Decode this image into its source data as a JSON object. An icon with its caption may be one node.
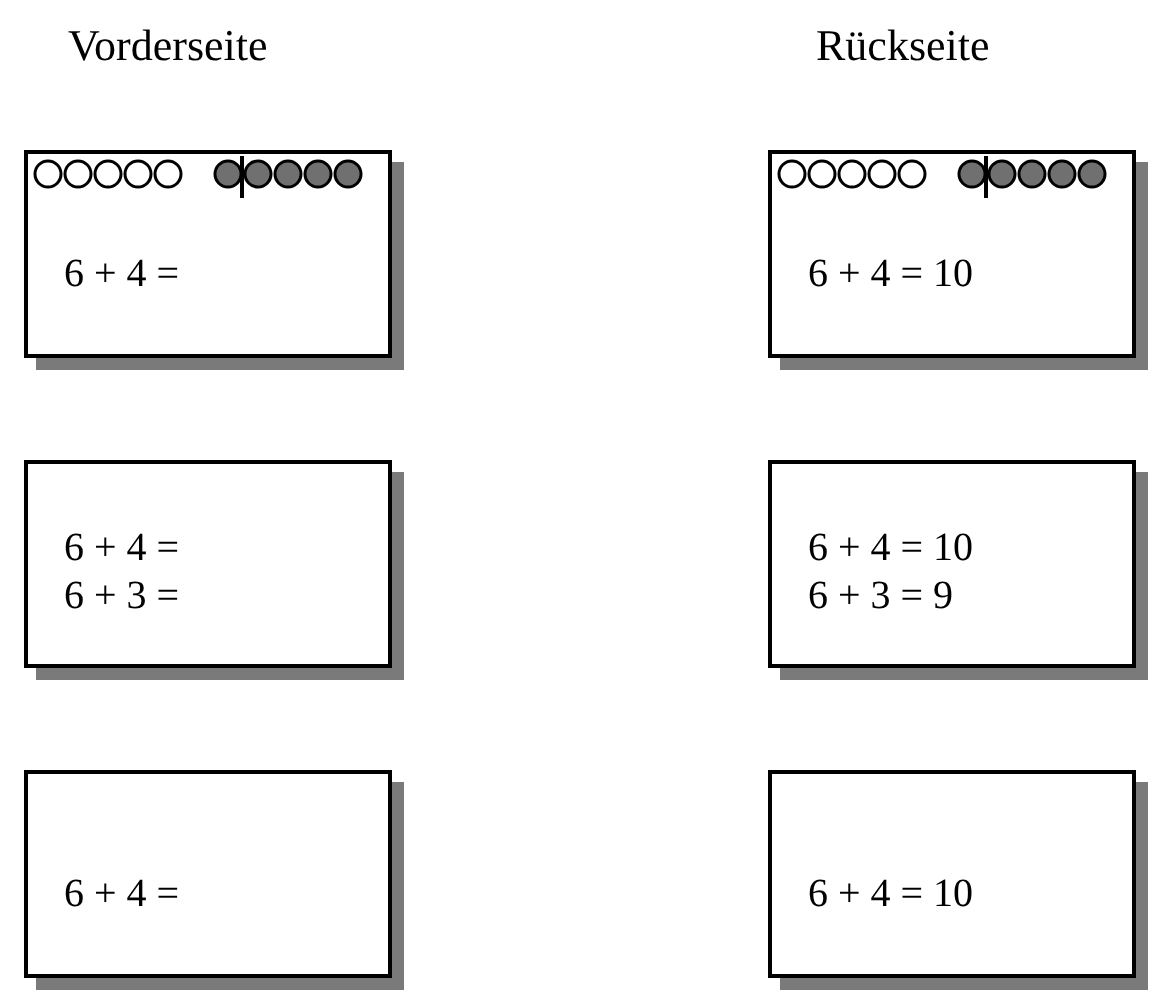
{
  "diagram": {
    "nodes": [
      {
        "text": [
          "6 + 4 ="
        ]
      },
      {
        "text": [
          "6 + 4 = 10"
        ]
      },
      {
        "text": [
          "6 + 4 =",
          "6 + 3 ="
        ]
      },
      {
        "text": [
          "6 + 4 = 10",
          "6 + 3 = 9"
        ]
      },
      {
        "text": [
          "6 + 4 ="
        ]
      },
      {
        "text": [
          "6 + 4 = 10"
        ]
      }
    ],
    "labels": [
      "Vorderseite",
      "Rückseite"
    ]
  }
}
